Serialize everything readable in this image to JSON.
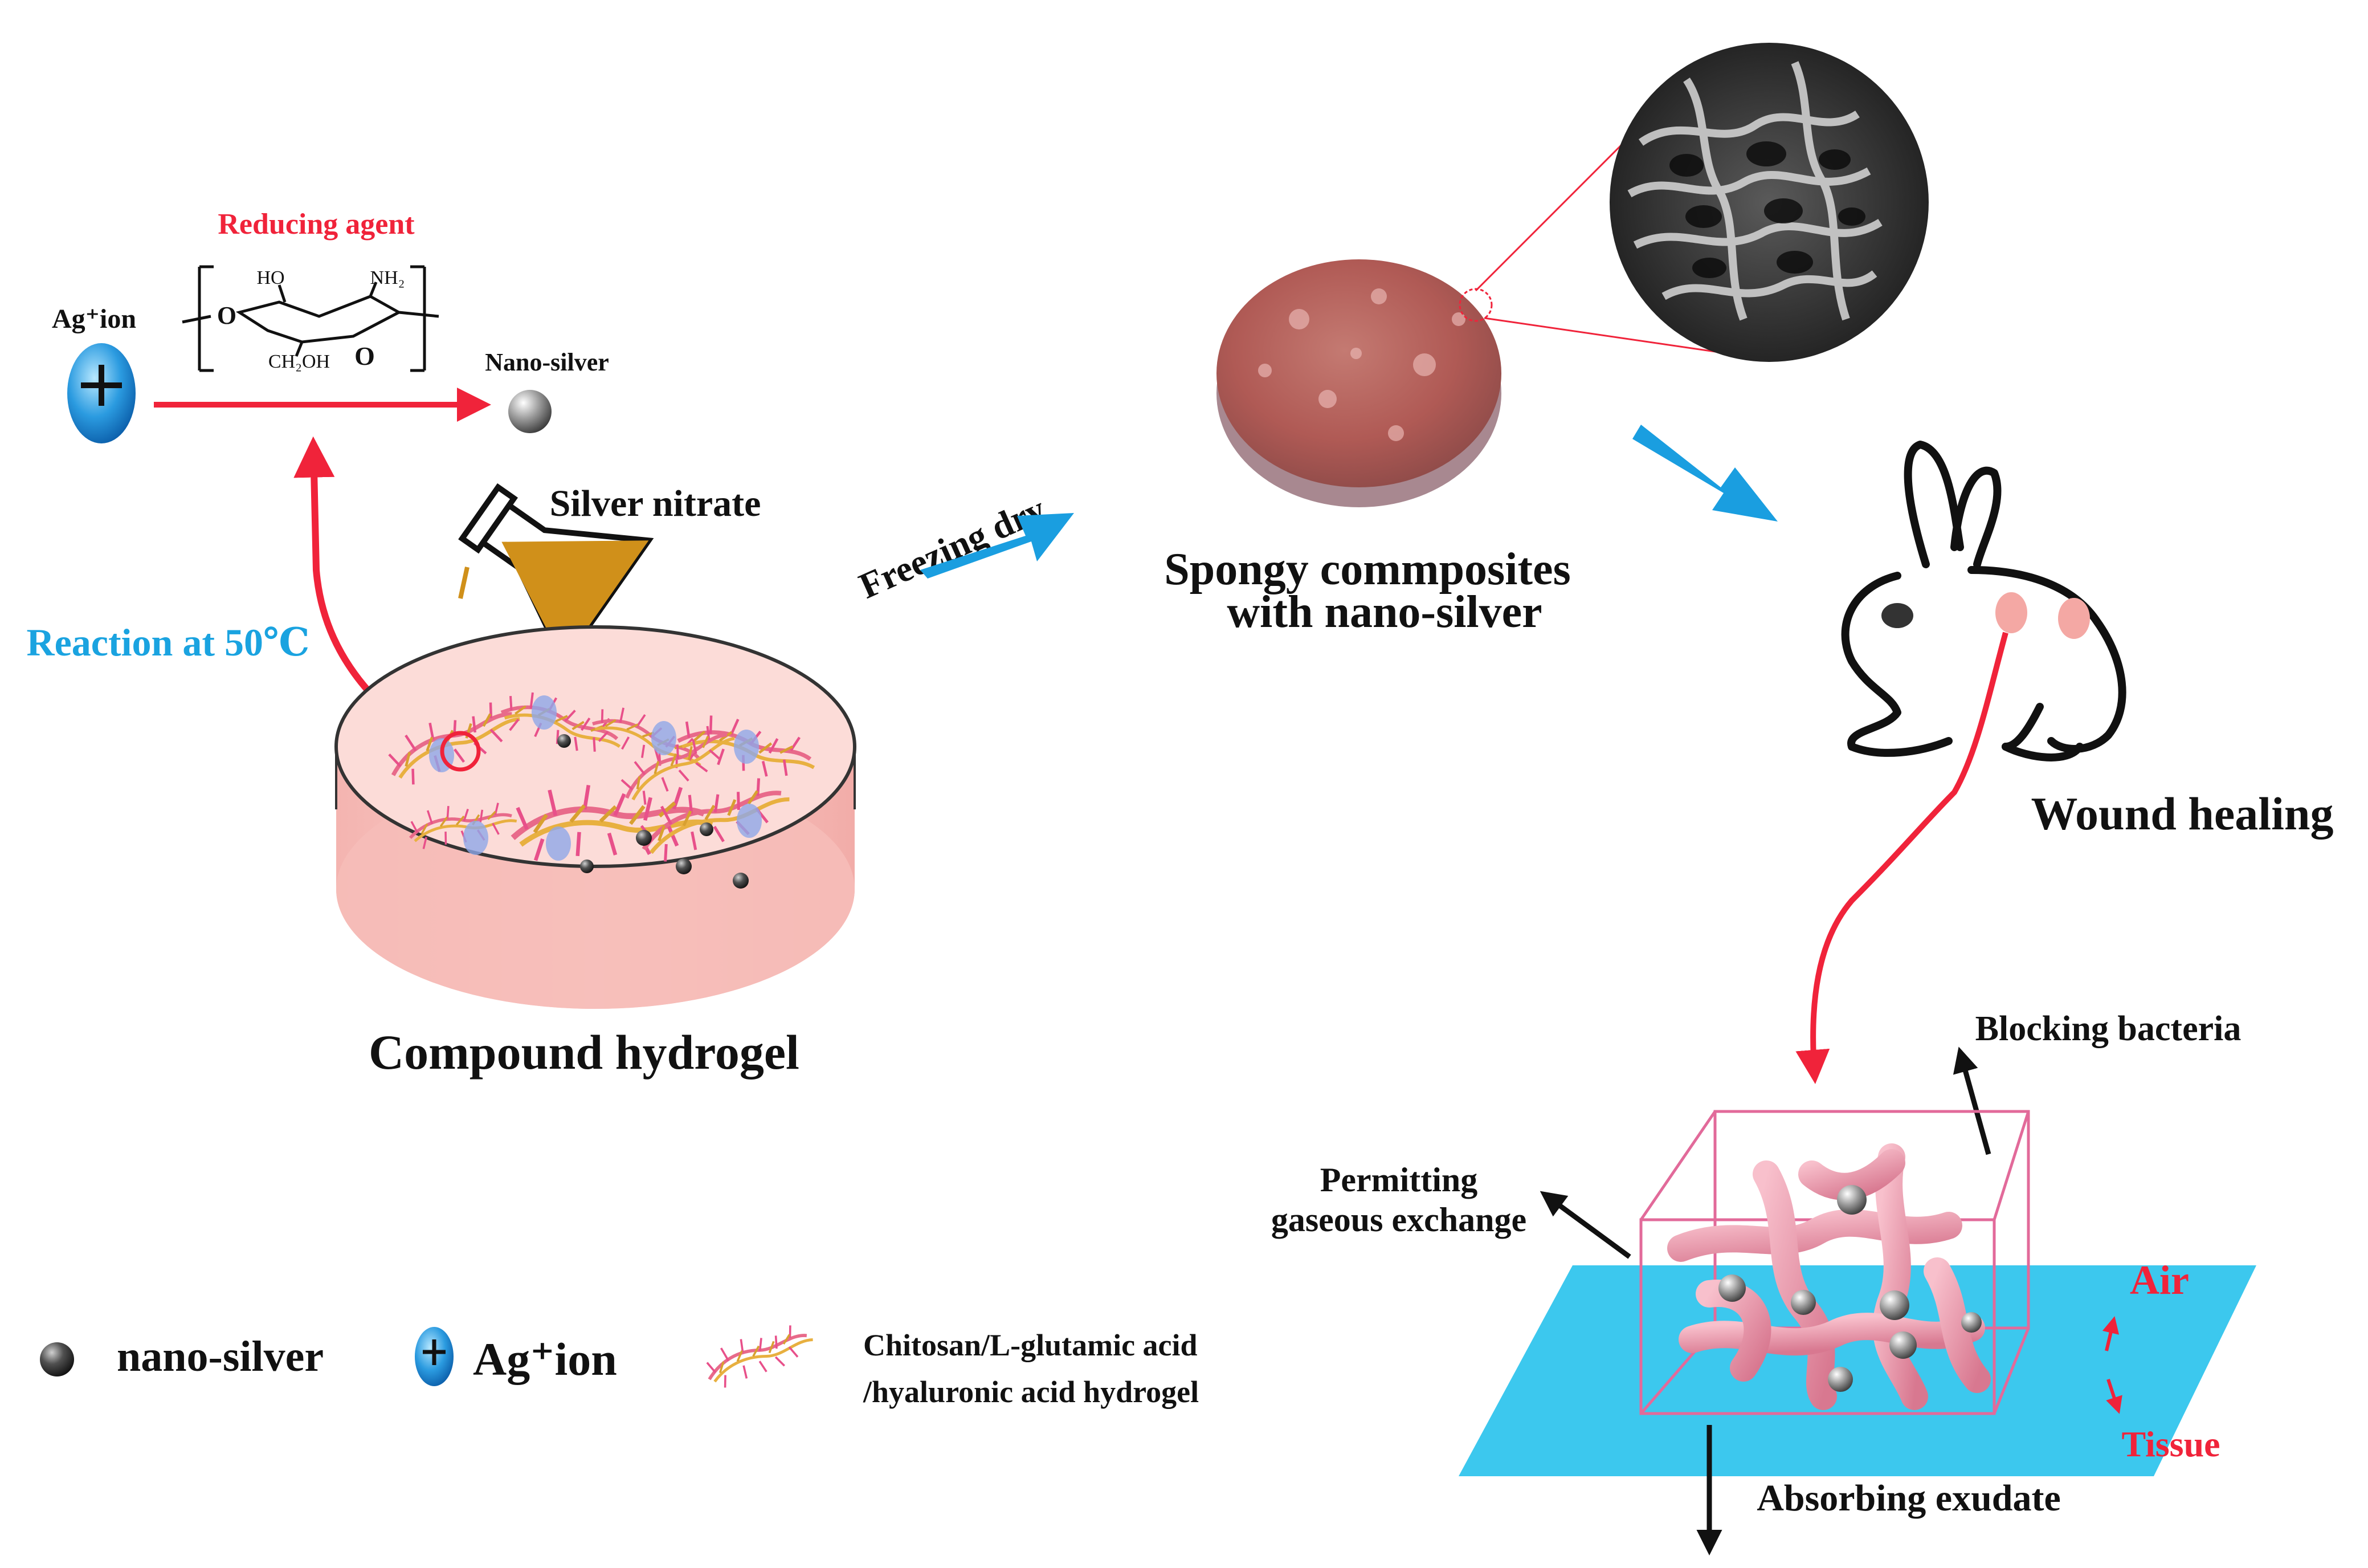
{
  "labels": {
    "reducing_agent": "Reducing agent",
    "ag_ion_top": "Ag⁺ion",
    "nano_silver_top": "Nano-silver",
    "chem_ho": "HO",
    "chem_nh2": "NH₂",
    "chem_ch2oh": "CH₂OH",
    "chem_o": "O",
    "chem_ring_o": "O",
    "silver_nitrate": "Silver nitrate",
    "reaction_temp": "Reaction at 50℃",
    "compound_hydrogel": "Compound hydrogel",
    "freezing_dry": "Freezing dry",
    "spongy_line1": "Spongy commposites",
    "spongy_line2": "with nano-silver",
    "wound_healing": "Wound healing",
    "blocking_bacteria": "Blocking bacteria",
    "permitting_line1": "Permitting",
    "permitting_line2": "gaseous exchange",
    "air": "Air",
    "tissue": "Tissue",
    "absorbing_exudate": "Absorbing  exudate"
  },
  "legend": {
    "nano_silver": "nano-silver",
    "ag_ion": "Ag⁺ion",
    "hydrogel_line1": "Chitosan/L-glutamic acid",
    "hydrogel_line2": "/hyaluronic acid hydrogel"
  },
  "colors": {
    "red_arrow": "#f0233a",
    "blue_label": "#1aa3e0",
    "blue_arrow": "#1a9ee0",
    "dish_pink": "#f8c8c4",
    "sponge": "#b8605a",
    "scaffold_pink": "#f0a0b4",
    "plane_cyan": "#3cc8ee",
    "flask_fill": "#d0901a"
  },
  "icons": {
    "plus_ion": "plus-ion-icon",
    "nano_sphere": "nano-sphere-icon",
    "rabbit": "rabbit-icon",
    "flask": "flask-icon"
  }
}
